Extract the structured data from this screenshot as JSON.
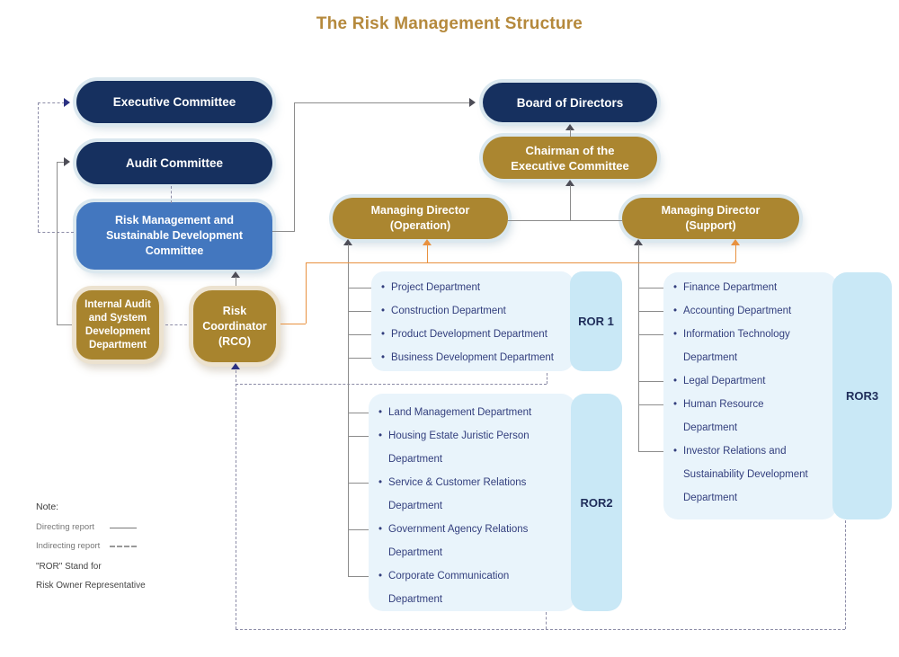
{
  "title": "The Risk Management Structure",
  "colors": {
    "navy_pill": "#16305f",
    "gold": "#a8842e",
    "committee_blue": "#4377bf",
    "panel_bg": "#e9f4fb",
    "tab_bg": "#c9e8f6",
    "title_gold": "#b5893c",
    "orange_line": "#e8913f",
    "solid_line": "#8c8c8c",
    "dashed_line": "#8b8ba6",
    "list_text": "#323e7d"
  },
  "nodes": {
    "executive_committee": "Executive Committee",
    "audit_committee": "Audit Committee",
    "board_of_directors": "Board of Directors",
    "chairman": "Chairman of the\nExecutive Committee",
    "risk_committee": "Risk Management and\nSustainable Development\nCommittee",
    "internal_audit": "Internal Audit\nand System\nDevelopment\nDepartment",
    "risk_coordinator": "Risk\nCoordinator\n(RCO)",
    "md_operation": "Managing Director\n(Operation)",
    "md_support": "Managing Director\n(Support)"
  },
  "ror_groups": [
    {
      "label": "ROR 1",
      "items": [
        "Project Department",
        "Construction Department",
        "Product Development Department",
        "Business Development Department"
      ]
    },
    {
      "label": "ROR2",
      "items": [
        "Land Management Department",
        "Housing Estate Juristic Person\nDepartment",
        "Service & Customer Relations\nDepartment",
        "Government Agency Relations\nDepartment",
        "Corporate Communication\nDepartment"
      ]
    },
    {
      "label": "ROR3",
      "items": [
        "Finance Department",
        "Accounting Department",
        "Information Technology\nDepartment",
        "Legal Department",
        "Human Resource\nDepartment",
        "Investor Relations and\nSustainability Development\nDepartment"
      ]
    }
  ],
  "note": {
    "heading": "Note:",
    "directing": "Directing report",
    "indirecting": "Indirecting report",
    "ror_stand": "\"ROR\" Stand for",
    "ror_meaning": "Risk Owner Representative"
  }
}
